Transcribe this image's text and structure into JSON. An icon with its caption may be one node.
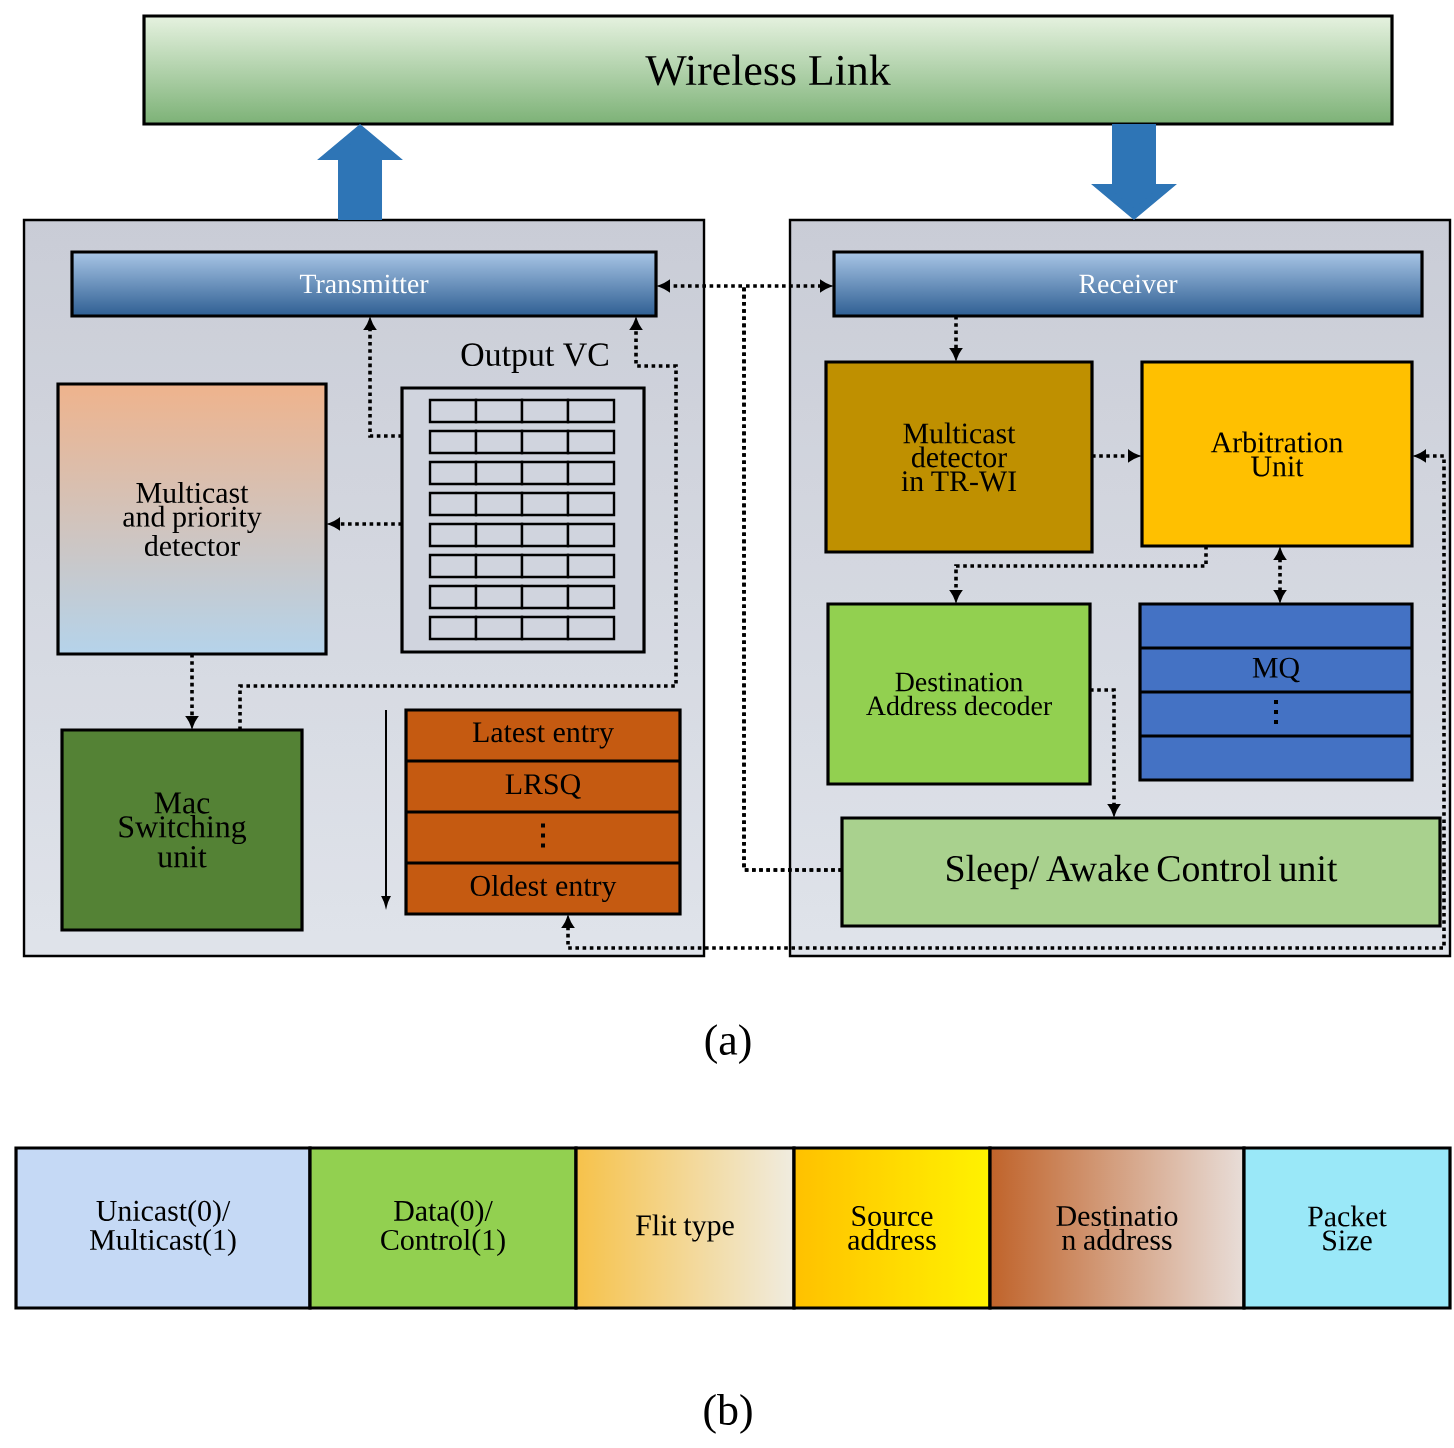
{
  "diagram": {
    "nodes": [
      {
        "text": [
          "Wireless Link"
        ]
      },
      {
        "text": [],
        "shape": "box"
      },
      {
        "text": [],
        "shape": "box"
      },
      {
        "text": [
          "Transmitter"
        ],
        "in": 1
      },
      {
        "text": [
          "Output VC"
        ],
        "in": 1
      },
      {
        "text": [
          "Multicast and priority detector"
        ],
        "in": 1
      },
      {
        "text": [
          "Mac Switching unit"
        ],
        "in": 1
      },
      {
        "text": [
          "Latest entry",
          "LRSQ",
          "Oldest entry"
        ],
        "in": 1
      },
      {
        "text": [
          "Receiver"
        ],
        "in": 2
      },
      {
        "text": [
          "Multicast detector in TR-WI"
        ],
        "in": 2
      },
      {
        "text": [
          "Arbitration Unit"
        ],
        "in": 2
      },
      {
        "text": [
          "Destination Address decoder"
        ],
        "in": 2
      },
      {
        "text": [
          "MQ"
        ],
        "in": 2
      },
      {
        "text": [
          "Sleep/ Awake Control unit"
        ],
        "in": 2
      },
      {
        "text": [
          "Unicast(0)/ Multicast(1)"
        ]
      },
      {
        "text": [
          "Data(0)/ Control(1)"
        ]
      },
      {
        "text": [
          "Flit type"
        ]
      },
      {
        "text": [
          "Source address"
        ]
      },
      {
        "text": [
          "Destinatio n address"
        ]
      },
      {
        "text": [
          "Packet Size"
        ]
      }
    ],
    "edges": [
      {
        "from": 1,
        "to": 0,
        "arrow": "to",
        "style": "thick",
        "color": "#2e75b6"
      },
      {
        "from": 0,
        "to": 2,
        "arrow": "to",
        "style": "thick",
        "color": "#2e75b6"
      },
      {
        "from": 4,
        "to": 3,
        "arrow": "to",
        "style": "dashed"
      },
      {
        "from": 4,
        "to": 5,
        "arrow": "to",
        "style": "dashed"
      },
      {
        "from": 5,
        "to": 6,
        "arrow": "to",
        "style": "dashed"
      },
      {
        "from": 6,
        "to": 3,
        "arrow": "to",
        "style": "dashed"
      },
      {
        "from": 13,
        "to": 8,
        "arrow": "to",
        "style": "dashed"
      },
      {
        "from": 13,
        "to": 3,
        "arrow": "to",
        "style": "dashed"
      },
      {
        "from": 8,
        "to": 9,
        "arrow": "to",
        "style": "dashed"
      },
      {
        "from": 9,
        "to": 10,
        "arrow": "to",
        "style": "dashed"
      },
      {
        "from": 10,
        "to": 11,
        "arrow": "to",
        "style": "dashed"
      },
      {
        "from": 10,
        "to": 12,
        "arrow": "both",
        "style": "dashed"
      },
      {
        "from": 11,
        "to": 13,
        "arrow": "to",
        "style": "dashed"
      },
      {
        "from": 7,
        "to": 10,
        "arrow": "both",
        "style": "dashed"
      }
    ],
    "labels": [
      "(a)",
      "(b)"
    ]
  }
}
